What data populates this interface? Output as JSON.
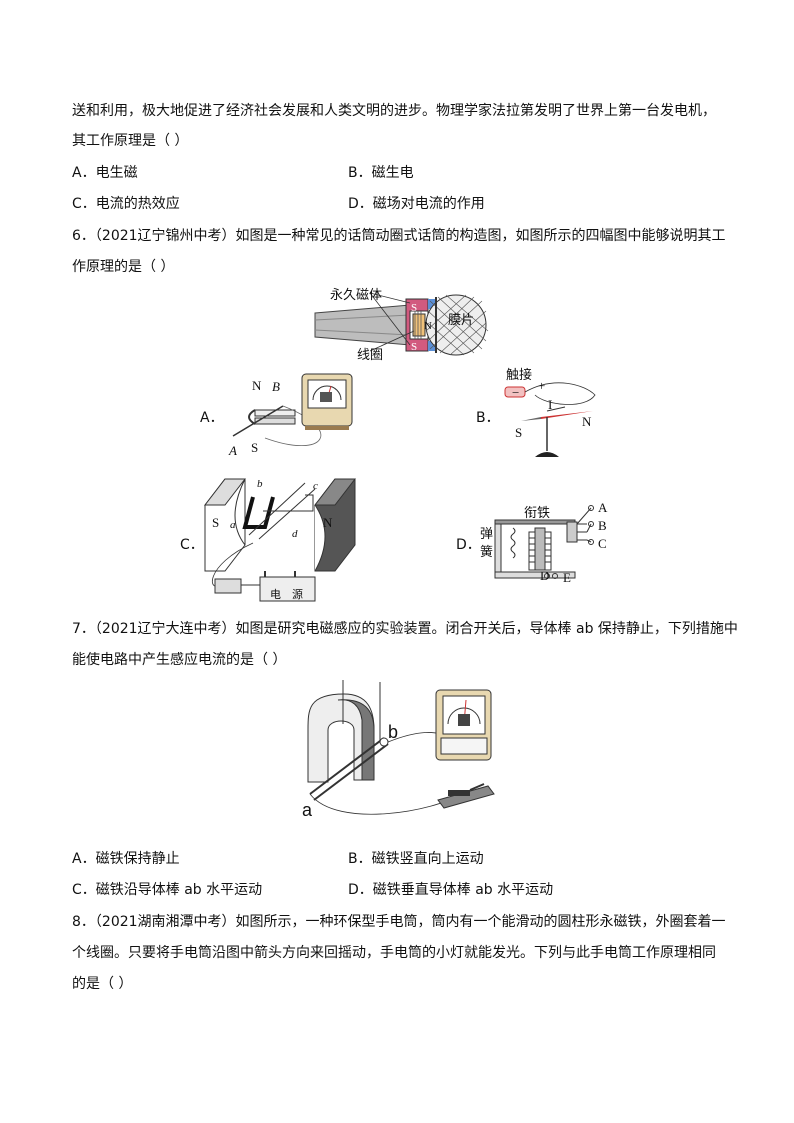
{
  "q5": {
    "line1": "送和利用，极大地促进了经济社会发展和人类文明的进步。物理学家法拉第发明了世界上第一台发电机，",
    "line2": "其工作原理是（    ）",
    "options": [
      {
        "label": "A．",
        "text": "电生磁"
      },
      {
        "label": "B．",
        "text": "磁生电"
      },
      {
        "label": "C．",
        "text": "电流的热效应"
      },
      {
        "label": "D．",
        "text": "磁场对电流的作用"
      }
    ]
  },
  "q6": {
    "line1": "6．（2021辽宁锦州中考）如图是一种常见的话筒动圈式话筒的构造图，如图所示的四幅图中能够说明其工",
    "line2": "作原理的是（    ）",
    "mic": {
      "magnet": "永久磁体",
      "diaphragm": "膜片",
      "coil": "线圈",
      "s": "S",
      "n": "N"
    },
    "optA": {
      "label": "A．",
      "n": "N",
      "s": "S",
      "a": "A",
      "b": "B"
    },
    "optB": {
      "label": "B．",
      "touch": "触接",
      "minus": "−",
      "plus": "+",
      "i": "I",
      "s": "S",
      "n": "N"
    },
    "optC": {
      "label": "C．",
      "s": "S",
      "n": "N",
      "a": "a",
      "b": "b",
      "c": "c",
      "d": "d",
      "source": "电　源"
    },
    "optD": {
      "label": "D．",
      "armature": "衔铁",
      "spring1": "弹",
      "spring2": "簧",
      "A": "A",
      "B": "B",
      "C": "C",
      "D": "D",
      "E": "E"
    }
  },
  "q7": {
    "line1": "7．（2021辽宁大连中考）如图是研究电磁感应的实验装置。闭合开关后，导体棒 ab 保持静止，下列措施中",
    "line2": "能使电路中产生感应电流的是（        ）",
    "fig": {
      "a": "a",
      "b": "b"
    },
    "options": [
      {
        "label": "A．",
        "text": "磁铁保持静止"
      },
      {
        "label": "B．",
        "text": "磁铁竖直向上运动"
      },
      {
        "label": "C．",
        "text": "磁铁沿导体棒 ab 水平运动"
      },
      {
        "label": "D．",
        "text": "磁铁垂直导体棒 ab 水平运动"
      }
    ]
  },
  "q8": {
    "line1": "8．（2021湖南湘潭中考）如图所示，一种环保型手电筒，筒内有一个能滑动的圆柱形永磁铁，外圈套着一",
    "line2": "个线圈。只要将手电筒沿图中箭头方向来回摇动，手电筒的小灯就能发光。下列与此手电筒工作原理相同",
    "line3": "的是（        ）"
  }
}
